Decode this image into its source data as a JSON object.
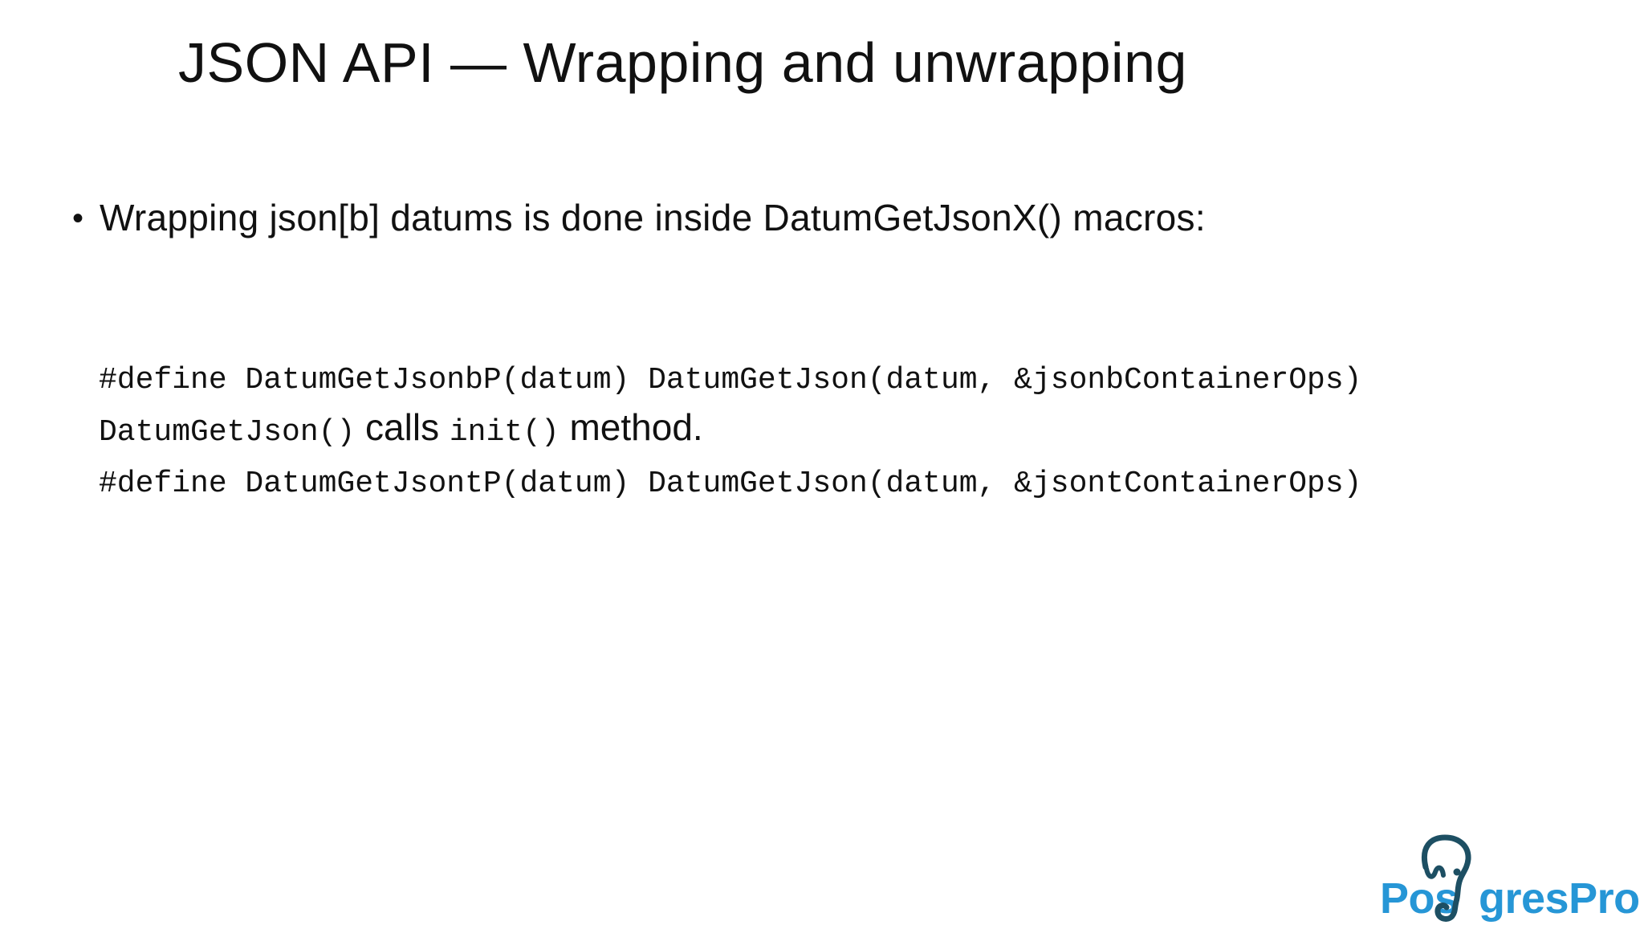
{
  "slide": {
    "title": "JSON API — Wrapping and unwrapping",
    "bullet": {
      "marker": "•",
      "text": "Wrapping json[b] datums is done inside DatumGetJsonX() macros:"
    },
    "code_lines": [
      "#define DatumGetJsonbP(datum) DatumGetJson(datum, &jsonbContainerOps)",
      "#define DatumGetJsontP(datum) DatumGetJson(datum, &jsontContainerOps)"
    ],
    "note": {
      "code1": "DatumGetJson()",
      "text1": " calls ",
      "code2": "init()",
      "text2": " method."
    },
    "logo": {
      "prefix": "Pos",
      "suffix": "gresPro",
      "text_color": "#2696d6",
      "elephant_color": "#1d4f63"
    }
  },
  "colors": {
    "background": "#ffffff",
    "text": "#111111"
  }
}
